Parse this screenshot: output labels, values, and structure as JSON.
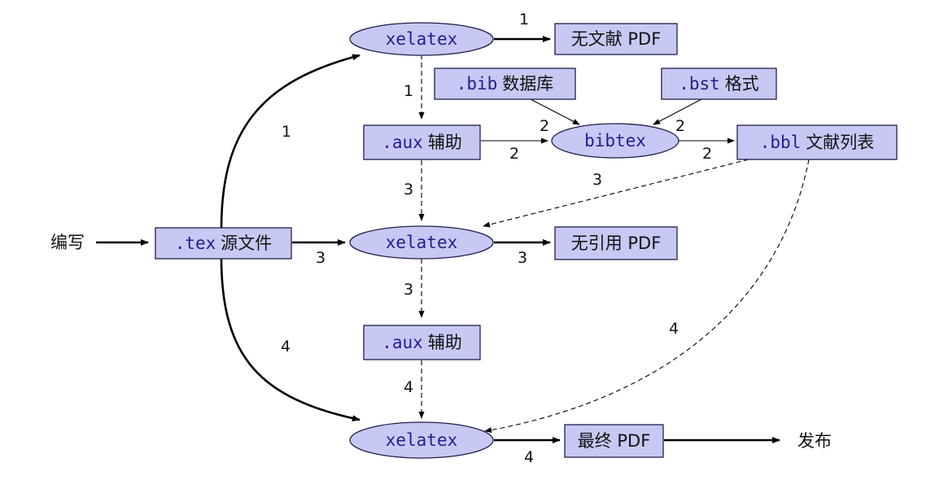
{
  "nodes": {
    "write": "编写",
    "tex_code": ".tex",
    "tex_text": "源文件",
    "xelatex1": "xelatex",
    "pdf_nobib": "无文献 PDF",
    "bib_code": ".bib",
    "bib_text": "数据库",
    "bst_code": ".bst",
    "bst_text": "格式",
    "aux1_code": ".aux",
    "aux1_text": "辅助",
    "bibtex": "bibtex",
    "bbl_code": ".bbl",
    "bbl_text": "文献列表",
    "xelatex2": "xelatex",
    "pdf_noref": "无引用 PDF",
    "aux2_code": ".aux",
    "aux2_text": "辅助",
    "xelatex3": "xelatex",
    "pdf_final": "最终 PDF",
    "publish": "发布"
  },
  "edge_labels": {
    "x1_pdf": "1",
    "x1_aux": "1",
    "tex_x1": "1",
    "aux_bibtex_in": "2",
    "aux_bibtex_line": "2",
    "bibtex_bbl_out": "2",
    "bibtex_bbl_line": "2",
    "bbl_x2": "3",
    "aux_x2": "3",
    "tex_x2": "3",
    "x2_pdf": "3",
    "x2_aux": "3",
    "bbl_x3": "4",
    "tex_x3": "4",
    "aux_x3": "4",
    "x3_pdf": "4"
  }
}
